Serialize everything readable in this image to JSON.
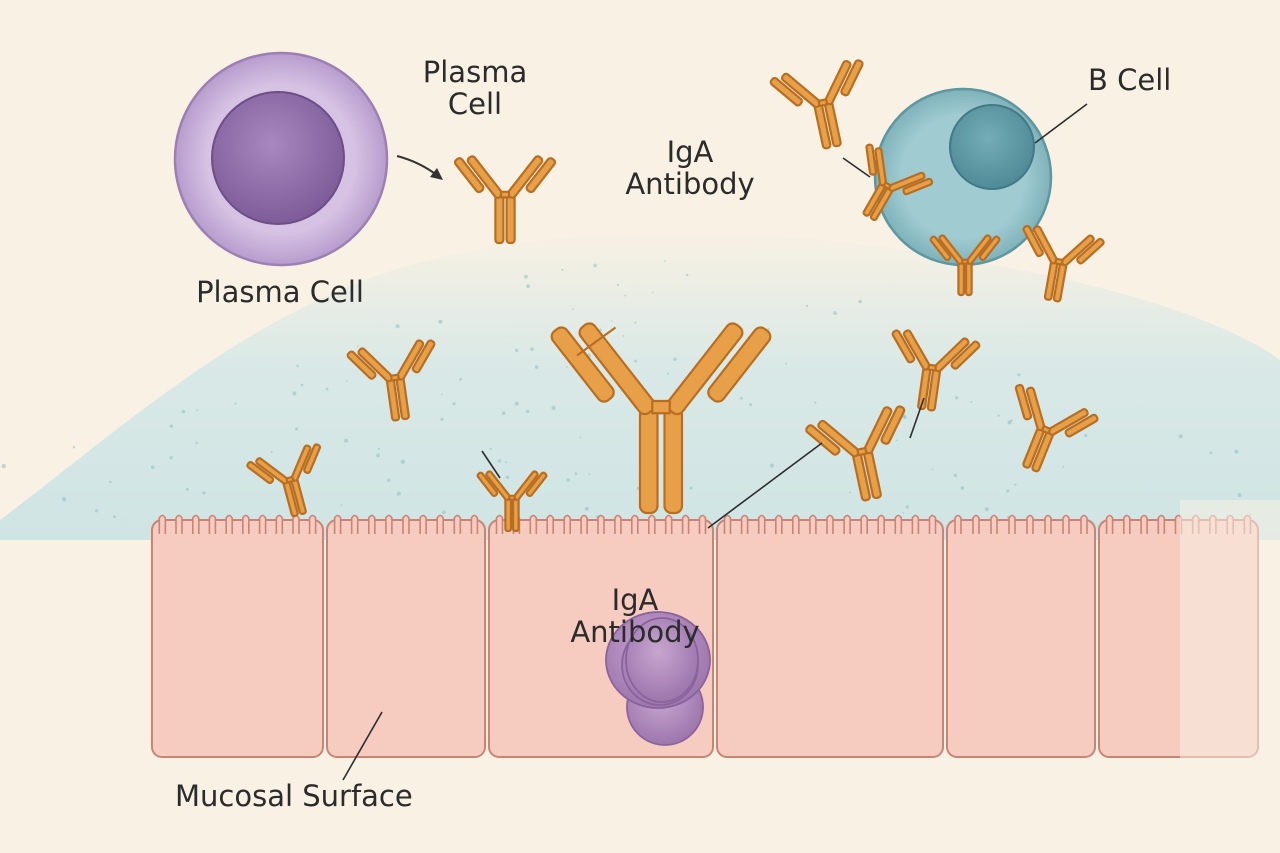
{
  "labels": {
    "plasma_cell_top": [
      "Plasma",
      "Cell"
    ],
    "plasma_cell_bottom": "Plasma Cell",
    "iga_top": [
      "IgA",
      "Antibody"
    ],
    "b_cell": "B Cell",
    "iga_middle": [
      "IgA",
      "Antibody"
    ],
    "mucosal_surface": "Mucosal Surface"
  },
  "colors": {
    "background": "#f8f1e4",
    "mucus_layer": "#d3e7e6",
    "epithelial_cell": "#f6cbc0",
    "epithelial_outline": "#c98476",
    "nucleus": "#b690bf",
    "plasma_cell": "#cdb7dc",
    "plasma_nucleus": "#8f6da8",
    "b_cell": "#93c3c9",
    "b_cell_nucleus": "#5f9ba6",
    "antibody": "#e7a048",
    "antibody_outline": "#b86e22"
  }
}
